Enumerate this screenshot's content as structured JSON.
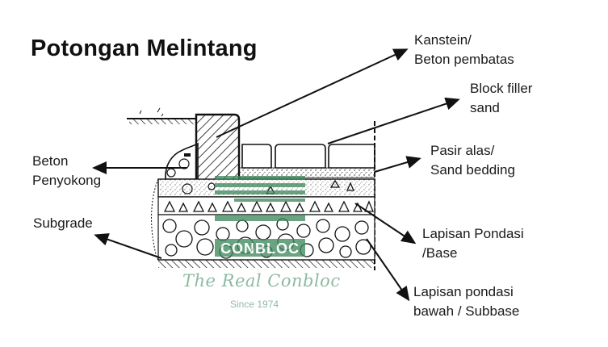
{
  "title": "Potongan Melintang",
  "labels": {
    "kanstein": [
      "Kanstein/",
      "Beton pembatas"
    ],
    "filler": [
      "Block filler",
      "sand"
    ],
    "bedding": [
      "Pasir alas/",
      "Sand bedding"
    ],
    "beton_penyokong": [
      "Beton",
      "Penyokong"
    ],
    "subgrade": [
      "Subgrade"
    ],
    "base": [
      "Lapisan Pondasi",
      "/Base"
    ],
    "subbase": [
      "Lapisan pondasi",
      "bawah / Subbase"
    ]
  },
  "watermark": {
    "script": "The Real Conbloc",
    "since": "Since 1974",
    "logo_text": "CONBLOC",
    "color": "#8fb9a3",
    "logo_color": "#3f8a5f"
  },
  "colors": {
    "ink": "#111111",
    "background": "#ffffff"
  }
}
